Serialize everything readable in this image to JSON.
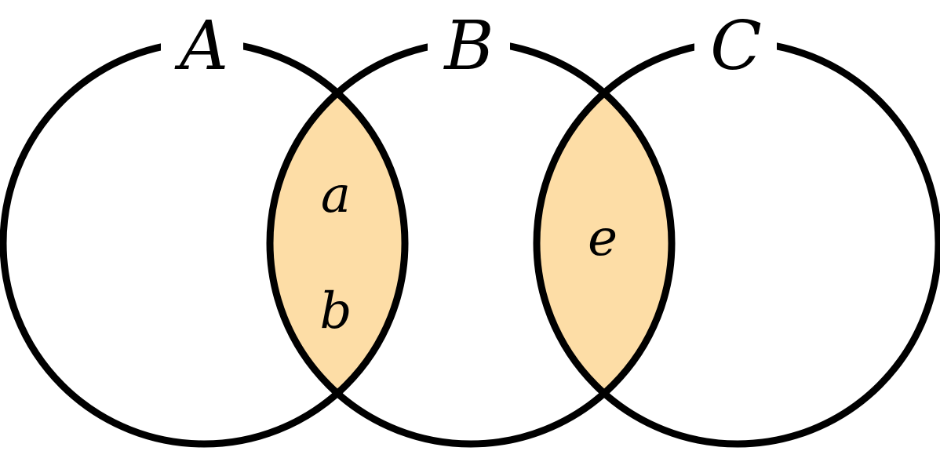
{
  "diagram": {
    "type": "venn",
    "sets": [
      {
        "id": "A",
        "label": "A"
      },
      {
        "id": "B",
        "label": "B"
      },
      {
        "id": "C",
        "label": "C"
      }
    ],
    "intersections": [
      {
        "id": "AB",
        "sets": [
          "A",
          "B"
        ],
        "elements": [
          "a",
          "b"
        ]
      },
      {
        "id": "BC",
        "sets": [
          "B",
          "C"
        ],
        "elements": [
          "e"
        ]
      }
    ],
    "colors": {
      "overlap_fill": "#FDDDA6",
      "stroke": "#000000",
      "background": "#FFFFFF"
    }
  }
}
